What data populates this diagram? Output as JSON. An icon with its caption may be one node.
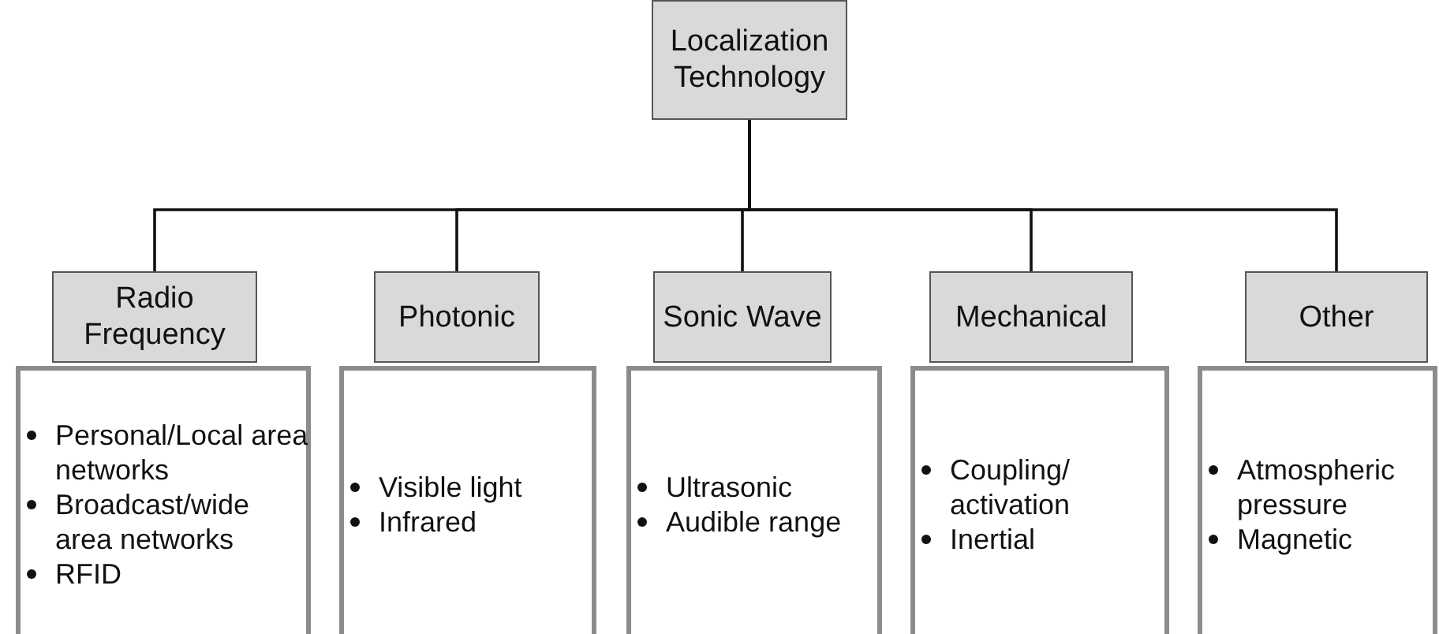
{
  "diagram": {
    "nodes": [
      {
        "text": [
          "Localization Technology"
        ]
      },
      {
        "text": [
          "Radio Frequency"
        ]
      },
      {
        "text": [
          "Photonic"
        ]
      },
      {
        "text": [
          "Sonic Wave"
        ]
      },
      {
        "text": [
          "Mechanical"
        ]
      },
      {
        "text": [
          "Other"
        ]
      },
      {
        "text": [
          "Personal/Local area networks",
          "Broadcast/wide area networks",
          "RFID"
        ]
      },
      {
        "text": [
          "Visible light",
          "Infrared"
        ]
      },
      {
        "text": [
          "Ultrasonic",
          "Audible range"
        ]
      },
      {
        "text": [
          "Coupling/ activation",
          "Inertial"
        ]
      },
      {
        "text": [
          "Atmospheric pressure",
          "Magnetic"
        ]
      }
    ],
    "edges": [
      {
        "from": 0,
        "to": 1,
        "arrow": "none"
      },
      {
        "from": 0,
        "to": 2,
        "arrow": "none"
      },
      {
        "from": 0,
        "to": 3,
        "arrow": "none"
      },
      {
        "from": 0,
        "to": 4,
        "arrow": "none"
      },
      {
        "from": 0,
        "to": 5,
        "arrow": "none"
      }
    ]
  }
}
